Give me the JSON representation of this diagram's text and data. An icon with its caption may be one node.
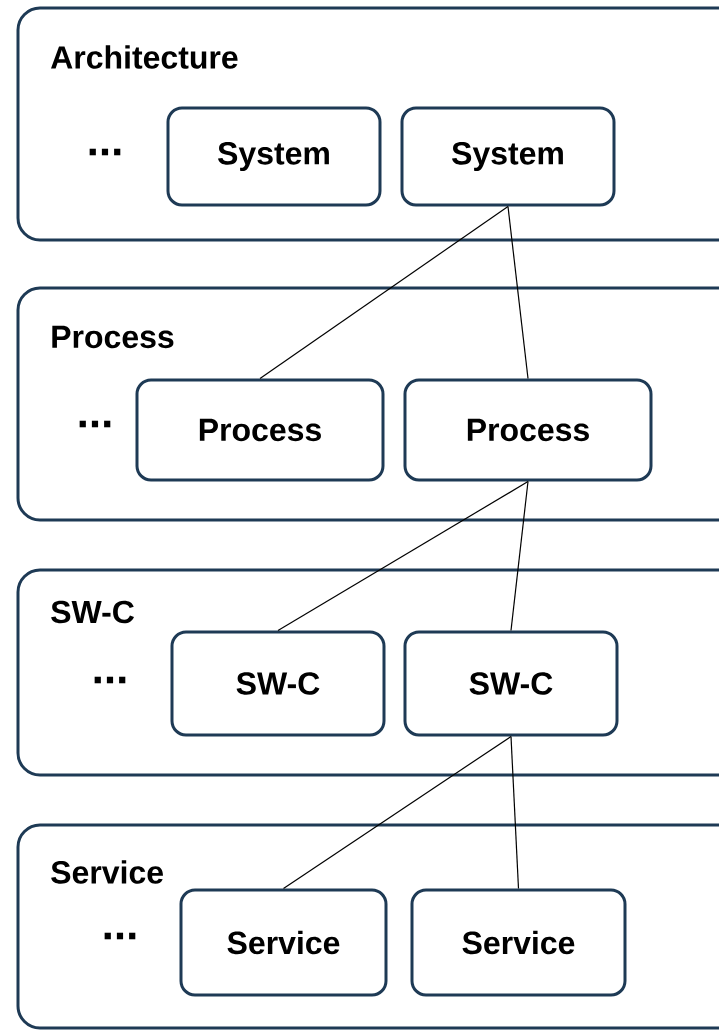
{
  "diagram": {
    "nodes": [
      {
        "text": [
          "Architecture"
        ]
      },
      {
        "text": [
          "System"
        ],
        "in": 0
      },
      {
        "text": [
          "System"
        ],
        "in": 0
      },
      {
        "text": [
          "Process"
        ]
      },
      {
        "text": [
          "Process"
        ],
        "in": 3
      },
      {
        "text": [
          "Process"
        ],
        "in": 3
      },
      {
        "text": [
          "SW-C"
        ]
      },
      {
        "text": [
          "SW-C"
        ],
        "in": 6
      },
      {
        "text": [
          "SW-C"
        ],
        "in": 6
      },
      {
        "text": [
          "Service"
        ]
      },
      {
        "text": [
          "Service"
        ],
        "in": 9
      },
      {
        "text": [
          "Service"
        ],
        "in": 9
      }
    ],
    "edges": [
      {
        "from": 2,
        "to": 4,
        "arrow": "none"
      },
      {
        "from": 2,
        "to": 5,
        "arrow": "none"
      },
      {
        "from": 5,
        "to": 7,
        "arrow": "none"
      },
      {
        "from": 5,
        "to": 8,
        "arrow": "none"
      },
      {
        "from": 8,
        "to": 10,
        "arrow": "none"
      },
      {
        "from": 8,
        "to": 11,
        "arrow": "none"
      }
    ],
    "labels": [
      "...",
      "...",
      "...",
      "..."
    ]
  }
}
